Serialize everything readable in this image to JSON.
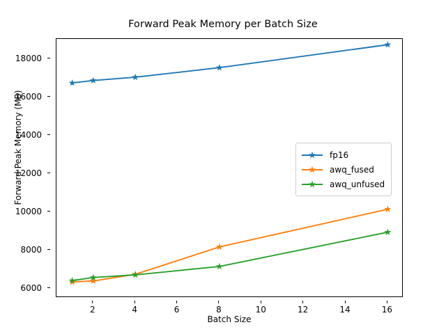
{
  "chart_data": {
    "type": "line",
    "title": "Forward Peak Memory per Batch Size",
    "xlabel": "Batch Size",
    "ylabel": "Forward Peak Memory (MB)",
    "x": [
      1,
      2,
      4,
      8,
      16
    ],
    "xlim": [
      0.25,
      16.75
    ],
    "ylim": [
      5520,
      19050
    ],
    "xticks": [
      2,
      4,
      6,
      8,
      10,
      12,
      14,
      16
    ],
    "xtick_labels": [
      "2",
      "4",
      "6",
      "8",
      "10",
      "12",
      "14",
      "16"
    ],
    "yticks": [
      6000,
      8000,
      10000,
      12000,
      14000,
      16000,
      18000
    ],
    "ytick_labels": [
      "6000",
      "8000",
      "10000",
      "12000",
      "14000",
      "16000",
      "18000"
    ],
    "grid": false,
    "legend_position": "center right",
    "marker": "star",
    "series": [
      {
        "name": "fp16",
        "color": "#1f77b4",
        "values": [
          16750,
          16880,
          17050,
          17550,
          18750
        ]
      },
      {
        "name": "awq_fused",
        "color": "#ff7f0e",
        "values": [
          6350,
          6400,
          6750,
          8180,
          10150
        ]
      },
      {
        "name": "awq_unfused",
        "color": "#2ca02c",
        "values": [
          6420,
          6580,
          6720,
          7160,
          8950
        ]
      }
    ]
  }
}
